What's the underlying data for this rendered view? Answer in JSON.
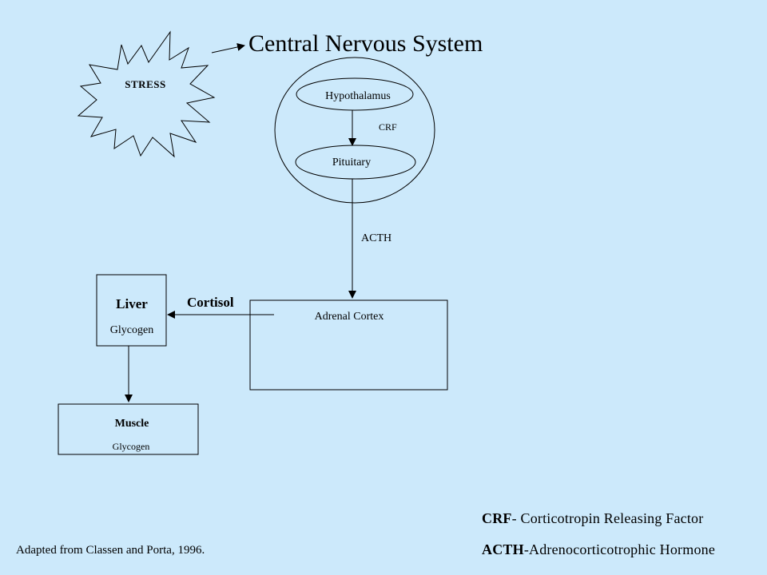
{
  "title": "Central Nervous System",
  "stressor": "STRESS",
  "nodes": {
    "hypothalamus": "Hypothalamus",
    "pituitary": "Pituitary",
    "adrenal_cortex": "Adrenal Cortex",
    "liver_title": "Liver",
    "liver_sub": "Glycogen",
    "muscle_title": "Muscle",
    "muscle_sub": "Glycogen"
  },
  "edges": {
    "crf": "CRF",
    "acth": "ACTH",
    "cortisol": "Cortisol"
  },
  "legend": {
    "crf_abbr": "CRF",
    "crf_def": "- Corticotropin Releasing Factor",
    "acth_abbr": "ACTH",
    "acth_def": "-Adrenocorticotrophic Hormone"
  },
  "source": "Adapted from Classen and Porta, 1996."
}
